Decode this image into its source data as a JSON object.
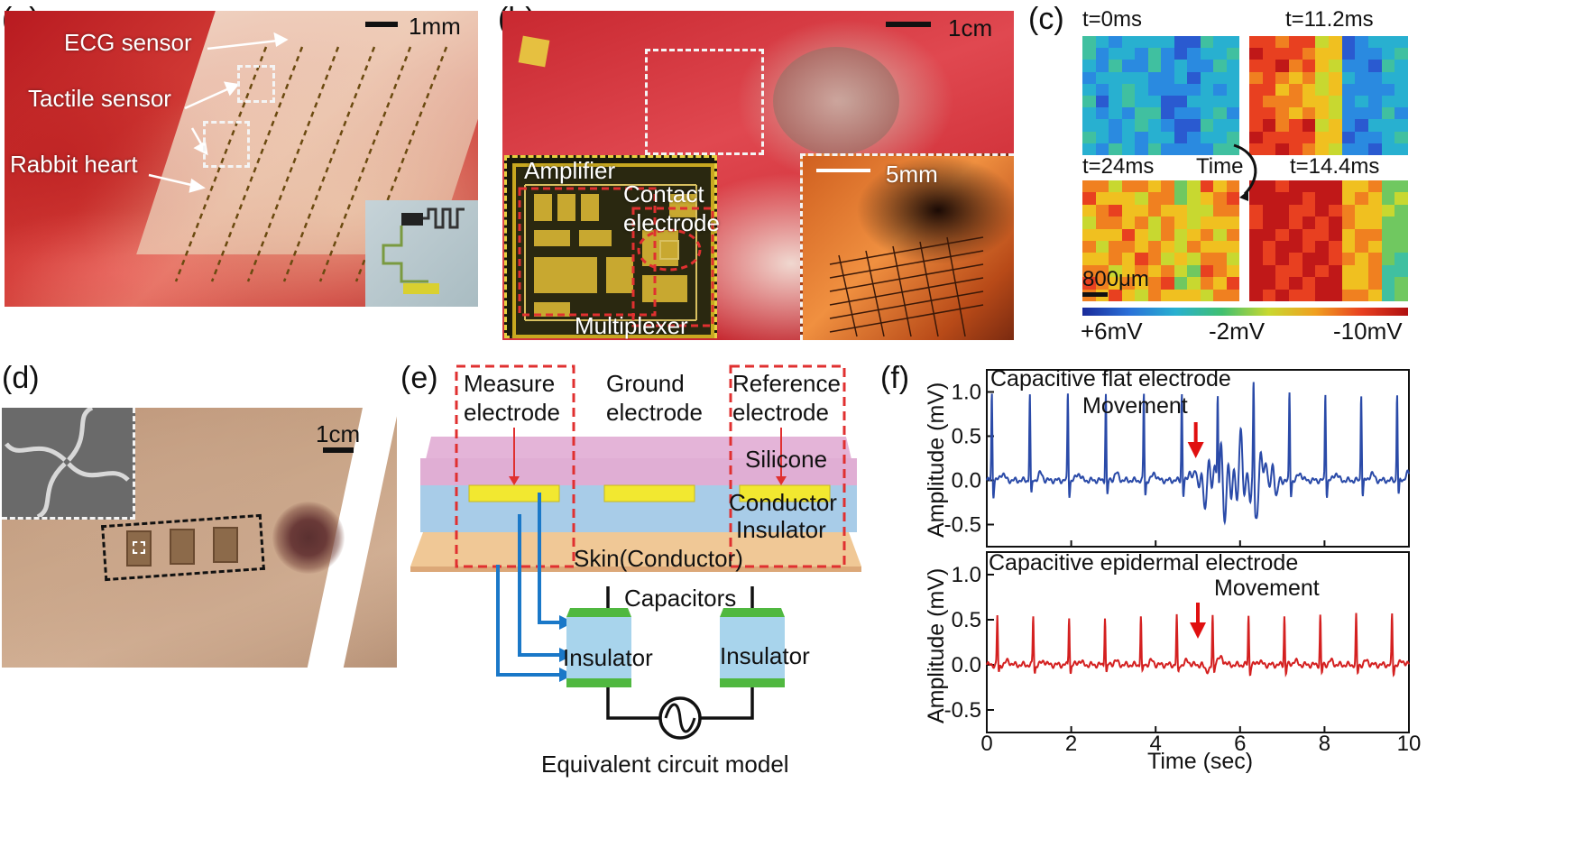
{
  "panels": {
    "a": {
      "label": "(a)",
      "scale": "1mm",
      "annotations": [
        "ECG sensor",
        "Tactile sensor",
        "Rabbit heart"
      ]
    },
    "b": {
      "label": "(b)",
      "scale": "1cm",
      "inset_scale": "5mm",
      "chip_labels": [
        "Amplifier",
        "Contact",
        "electrode",
        "Multiplexer"
      ]
    },
    "c": {
      "label": "(c)",
      "times": [
        "t=0ms",
        "t=11.2ms",
        "t=24ms",
        "t=14.4ms"
      ],
      "arrow_label": "Time",
      "scale": "800μm",
      "colorbar": [
        "+6mV",
        "-2mV",
        "-10mV"
      ]
    },
    "d": {
      "label": "(d)",
      "scale": "1cm"
    },
    "e": {
      "label": "(e)",
      "electrodes": {
        "measure": [
          "Measure",
          "electrode"
        ],
        "ground": [
          "Ground",
          "electrode"
        ],
        "reference": [
          "Reference",
          "electrode"
        ]
      },
      "layers": [
        "Silicone",
        "Conductor",
        "Insulator",
        "Skin(Conductor)"
      ],
      "capacitors": "Capacitors",
      "insulator": "Insulator",
      "caption": "Equivalent circuit model"
    },
    "f": {
      "label": "(f)",
      "top_title": "Capacitive flat electrode",
      "bottom_title": "Capacitive epidermal electrode",
      "movement": "Movement",
      "ylabel": "Amplitude (mV)",
      "xlabel": "Time (sec)",
      "xticks": [
        "0",
        "2",
        "4",
        "6",
        "8",
        "10"
      ],
      "yticks": [
        "1.0",
        "0.5",
        "0.0",
        "-0.5"
      ]
    }
  },
  "colors": {
    "flat_trace": "#2a4aa8",
    "epidermal_trace": "#d42020",
    "movement_arrow": "#e01010",
    "dashed_red": "#e03030"
  },
  "chart_data": [
    {
      "type": "line",
      "title": "Capacitive flat electrode",
      "xlabel": "Time (sec)",
      "ylabel": "Amplitude (mV)",
      "xlim": [
        0,
        10
      ],
      "ylim": [
        -0.75,
        1.25
      ],
      "r_peaks_sec": [
        0.12,
        1.02,
        1.92,
        2.82,
        3.72,
        4.62,
        5.47,
        6.32,
        7.17,
        8.02,
        8.87,
        9.72
      ],
      "r_peak_amplitude": 1.0,
      "movement_window_sec": [
        4.7,
        7.1
      ],
      "movement_annotation_x": 4.95
    },
    {
      "type": "line",
      "title": "Capacitive epidermal electrode",
      "xlabel": "Time (sec)",
      "ylabel": "Amplitude (mV)",
      "xlim": [
        0,
        10
      ],
      "ylim": [
        -0.75,
        1.25
      ],
      "r_peaks_sec": [
        0.25,
        1.1,
        1.95,
        2.8,
        3.65,
        4.5,
        5.35,
        6.2,
        7.05,
        7.9,
        8.75,
        9.6
      ],
      "r_peak_amplitude": 0.55,
      "movement_annotation_x": 5.0
    }
  ]
}
